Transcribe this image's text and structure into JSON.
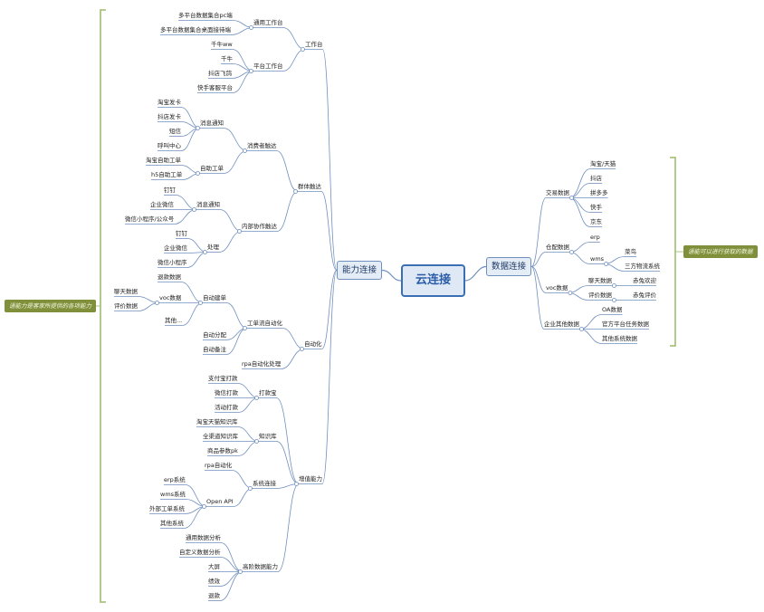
{
  "theme": {
    "line": "#6f8fbf",
    "brace": "#a9c47f",
    "note_bg": "#7f8f3a",
    "root_border": "#3b6fb3"
  },
  "diagram": {
    "root": "云连接",
    "branches": {
      "ability": "能力连接",
      "data": "数据连接"
    },
    "workbench": {
      "label": "工作台",
      "general": {
        "label": "通用工作台",
        "items": [
          "多平台数据集合pc端",
          "多平台数据集合桌面接待端"
        ]
      },
      "platform": {
        "label": "平台工作台",
        "items": [
          "千牛ww",
          "千牛",
          "抖店飞鸽",
          "快手客服平台"
        ]
      }
    },
    "community": {
      "label": "群体触达",
      "consumer": {
        "label": "消费者触达",
        "notify": {
          "label": "消息通知",
          "items": [
            "淘宝发卡",
            "抖店发卡",
            "短信",
            "呼叫中心"
          ]
        },
        "ticket": {
          "label": "自助工单",
          "items": [
            "淘宝自助工单",
            "h5自助工单"
          ]
        }
      },
      "internal": {
        "label": "内部协作触达",
        "notify": {
          "label": "消息通知",
          "items": [
            "钉钉",
            "企业微信",
            "微信小程序/公众号"
          ]
        },
        "process": {
          "label": "处理",
          "items": [
            "钉钉",
            "企业微信",
            "微信小程序"
          ]
        }
      }
    },
    "automation": {
      "label": "自动化",
      "workflow": {
        "label": "工单流自动化",
        "create": {
          "label": "自动建单",
          "items": [
            "退款数据",
            "voc数据",
            "其他..."
          ],
          "voc_items": [
            "聊天数据",
            "评价数据"
          ]
        },
        "others": [
          "自动分配",
          "自动备注"
        ]
      },
      "rpa": "rpa自动化处理"
    },
    "valueadd": {
      "label": "增值能力",
      "print": {
        "label": "打款宝",
        "items": [
          "支付宝打款",
          "微信打款",
          "活动打款"
        ]
      },
      "knowledge": {
        "label": "知识库",
        "items": [
          "淘宝天猫知识库",
          "全渠道知识库",
          "商品参数pk"
        ]
      },
      "system": {
        "label": "系统连接",
        "rpa": "rpa自动化",
        "openapi": {
          "label": "Open API",
          "items": [
            "erp系统",
            "wms系统",
            "外部工单系统",
            "其他系统"
          ]
        }
      },
      "analysis": {
        "label": "高阶数据能力",
        "items": [
          "通用数据分析",
          "自定义数据分析",
          "大屏",
          "绩效",
          "退款"
        ]
      }
    },
    "trade": {
      "label": "交易数据",
      "items": [
        "淘宝/天猫",
        "抖店",
        "拼多多",
        "快手",
        "京东"
      ]
    },
    "warehouse": {
      "label": "仓配数据",
      "erp": "erp",
      "wms": {
        "label": "wms",
        "items": [
          "菜鸟",
          "三方物流系统"
        ]
      }
    },
    "voc": {
      "label": "voc数据",
      "chat": {
        "label": "聊天数据",
        "item": "赤兔欢迎"
      },
      "review": {
        "label": "评价数据",
        "item": "赤兔评价"
      }
    },
    "enterprise": {
      "label": "企业其他数据",
      "items": [
        "OA数据",
        "官方平台任务数据",
        "其他系统数据"
      ]
    },
    "notes": {
      "left": "语能力是客家所提供的各项能力",
      "right": "语能可以进行获取的数据"
    }
  }
}
